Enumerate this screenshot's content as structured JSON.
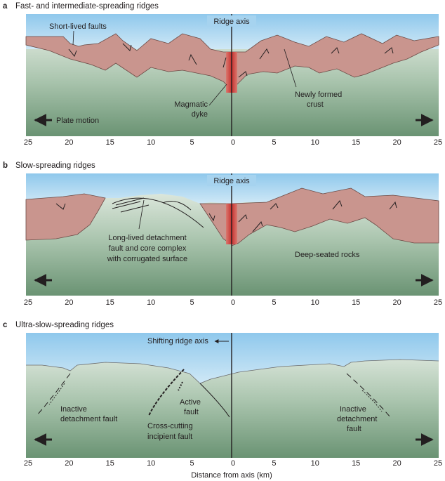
{
  "panels": [
    {
      "letter": "a",
      "heading": "Fast- and intermediate-spreading ridges",
      "ridge_label": "Ridge axis",
      "labels": {
        "short_faults": "Short-lived faults",
        "dyke_1": "Magmatic",
        "dyke_2": "dyke",
        "crust_1": "Newly formed",
        "crust_2": "crust",
        "plate_motion": "Plate motion"
      }
    },
    {
      "letter": "b",
      "heading": "Slow-spreading ridges",
      "ridge_label": "Ridge axis",
      "labels": {
        "detach_1": "Long-lived detachment",
        "detach_2": "fault and core complex",
        "detach_3": "with corrugated surface",
        "deep": "Deep-seated rocks"
      }
    },
    {
      "letter": "c",
      "heading": "Ultra-slow-spreading ridges",
      "ridge_label": "Shifting ridge axis",
      "labels": {
        "inactive_l_1": "Inactive",
        "inactive_l_2": "detachment fault",
        "active_1": "Active",
        "active_2": "fault",
        "cross_1": "Cross-cutting",
        "cross_2": "incipient fault",
        "inactive_r_1": "Inactive",
        "inactive_r_2": "detachment",
        "inactive_r_3": "fault"
      }
    }
  ],
  "axis": {
    "ticks": [
      "25",
      "20",
      "15",
      "10",
      "5",
      "0",
      "5",
      "10",
      "15",
      "20",
      "25"
    ],
    "title": "Distance from axis (km)"
  },
  "colors": {
    "sky": "#bfe0f4",
    "sky_top": "#8fc8ec",
    "crust": "#c9958e",
    "crust_edge": "#6b4a45",
    "mantle_top": "#eef3ec",
    "mantle_bottom": "#6f9778",
    "dyke": "#c8312f",
    "ink": "#231f20"
  }
}
